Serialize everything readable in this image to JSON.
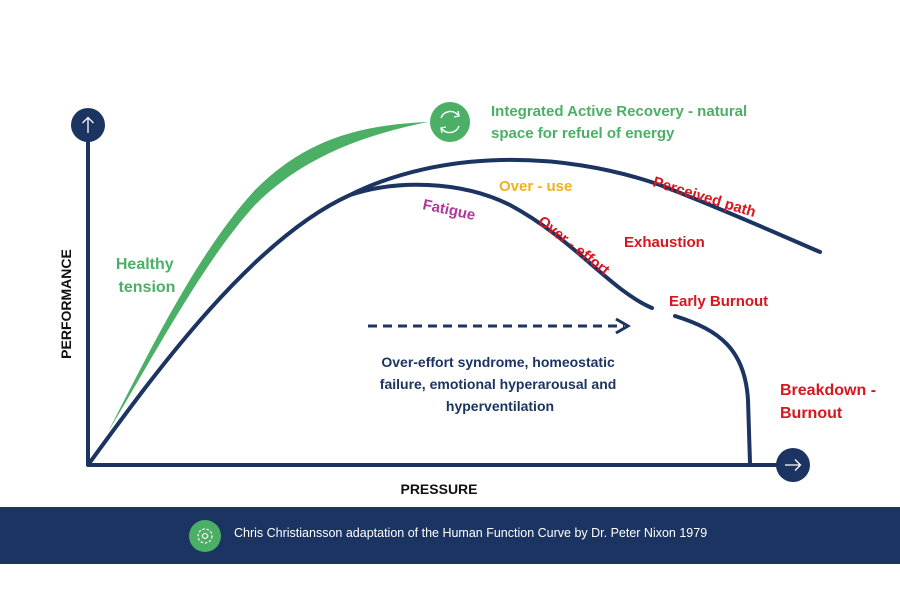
{
  "axes": {
    "y_label": "PERFORMANCE",
    "x_label": "PRESSURE"
  },
  "labels": {
    "healthy_tension": [
      "Healthy",
      "tension"
    ],
    "recovery": [
      "Integrated Active Recovery - natural",
      "space for refuel of energy"
    ],
    "over_use": "Over - use",
    "perceived_path": "Perceived path",
    "fatigue": "Fatigue",
    "over_effort": "Over - effort",
    "exhaustion": "Exhaustion",
    "early_burnout": "Early Burnout",
    "breakdown": [
      "Breakdown -",
      "Burnout"
    ],
    "syndrome": [
      "Over-effort syndrome, homeostatic",
      "failure, emotional hyperarousal and",
      "hyperventilation"
    ]
  },
  "footer": {
    "caption": "Chris Christiansson adaptation of the Human Function Curve by Dr. Peter Nixon 1979"
  },
  "icons": {
    "up_arrow": "arrow-up-icon",
    "right_arrow": "arrow-right-icon",
    "recovery": "refresh-cycle-icon",
    "footer": "leaf-badge-icon"
  },
  "colors": {
    "navy": "#1c3461",
    "green": "#4caf66",
    "red": "#d9151d",
    "amber": "#f2b01e",
    "magenta": "#b0379a"
  }
}
